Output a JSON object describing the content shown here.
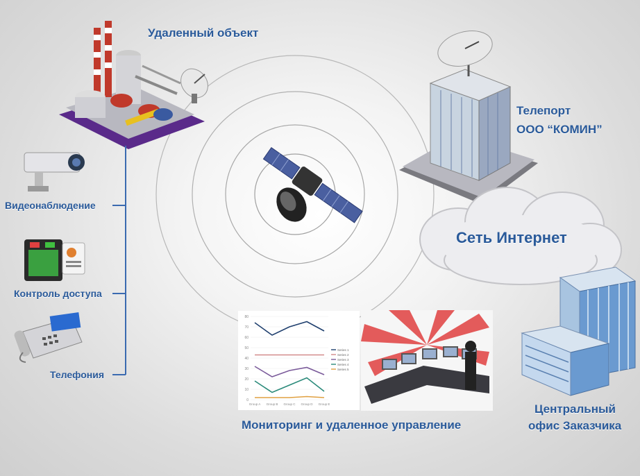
{
  "remote_object": {
    "label": "Удаленный объект"
  },
  "teleport": {
    "line1": "Телепорт",
    "line2": "ООО “КОМИН”"
  },
  "internet": {
    "label": "Сеть Интернет"
  },
  "left_items": [
    {
      "label": "Видеонаблюдение",
      "icon": "cctv-camera-icon"
    },
    {
      "label": "Контроль доступа",
      "icon": "access-control-icon"
    },
    {
      "label": "Телефония",
      "icon": "telephone-icon"
    }
  ],
  "monitoring": {
    "label": "Мониторинг и удаленное управление"
  },
  "office": {
    "line1": "Центральный",
    "line2": "офис Заказчика"
  },
  "chart_data": {
    "type": "line",
    "categories": [
      "Group A",
      "Group B",
      "Group C",
      "Group D",
      "Group E"
    ],
    "ylim": [
      0,
      80
    ],
    "yticks": [
      0,
      10,
      20,
      30,
      40,
      50,
      60,
      70,
      80
    ],
    "series": [
      {
        "name": "Series 1",
        "color": "#1f3f6e",
        "values": [
          74,
          62,
          70,
          75,
          66
        ]
      },
      {
        "name": "Series 2",
        "color": "#d38a8a",
        "values": [
          43,
          43,
          43,
          43,
          43
        ]
      },
      {
        "name": "Series 3",
        "color": "#7a5a9a",
        "values": [
          32,
          22,
          28,
          31,
          24
        ]
      },
      {
        "name": "Series 4",
        "color": "#2a8a7a",
        "values": [
          18,
          7,
          14,
          21,
          8
        ]
      },
      {
        "name": "Series 5",
        "color": "#e0a040",
        "values": [
          2,
          2,
          2,
          3,
          2
        ]
      }
    ]
  }
}
